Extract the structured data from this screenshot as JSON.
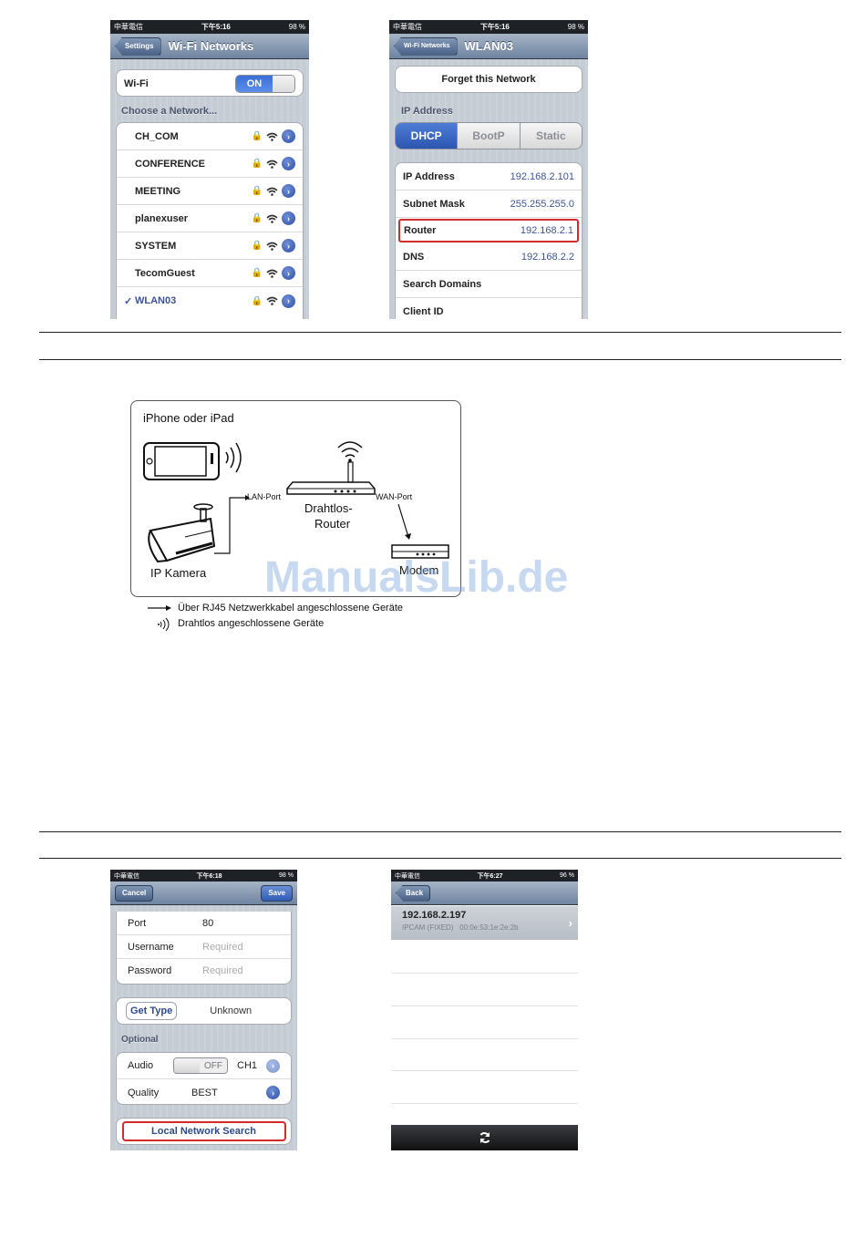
{
  "screen1": {
    "status": {
      "carrier": "中華電信",
      "time": "下午5:16",
      "battery": "98 %"
    },
    "back_label": "Settings",
    "title": "Wi-Fi Networks",
    "wifi_label": "Wi-Fi",
    "wifi_toggle": "ON",
    "section": "Choose a Network...",
    "networks": [
      {
        "name": "CH_COM"
      },
      {
        "name": "CONFERENCE"
      },
      {
        "name": "MEETING"
      },
      {
        "name": "planexuser"
      },
      {
        "name": "SYSTEM"
      },
      {
        "name": "TecomGuest"
      },
      {
        "name": "WLAN03",
        "check": "✓",
        "selected": true
      }
    ]
  },
  "screen2": {
    "status": {
      "carrier": "中華電信",
      "time": "下午5:16",
      "battery": "98 %"
    },
    "back_label": "Wi-Fi Networks",
    "title": "WLAN03",
    "forget": "Forget this Network",
    "section": "IP Address",
    "segments": [
      "DHCP",
      "BootP",
      "Static"
    ],
    "fields": [
      {
        "label": "IP Address",
        "value": "192.168.2.101"
      },
      {
        "label": "Subnet Mask",
        "value": "255.255.255.0"
      },
      {
        "label": "Router",
        "value": "192.168.2.1",
        "highlight": true
      },
      {
        "label": "DNS",
        "value": "192.168.2.2"
      },
      {
        "label": "Search Domains",
        "value": ""
      },
      {
        "label": "Client ID",
        "value": ""
      }
    ]
  },
  "diagram": {
    "title": "iPhone oder iPad",
    "lan_port": "LAN-Port",
    "wan_port": "WAN-Port",
    "router": "Drahtlos-\nRouter",
    "router_line1": "Drahtlos-",
    "router_line2": "Router",
    "camera": "IP Kamera",
    "modem": "Modem",
    "legend_wired": "Über RJ45 Netzwerkkabel angeschlossene Geräte",
    "legend_wireless": "Drahtlos angeschlossene Geräte",
    "watermark": "ManualsLib.de"
  },
  "screen3": {
    "status": {
      "carrier": "中華電信",
      "time": "下午6:18",
      "battery": "98 %"
    },
    "cancel": "Cancel",
    "save": "Save",
    "fields": [
      {
        "label": "Port",
        "value": "80",
        "placeholder": false
      },
      {
        "label": "Username",
        "value": "Required",
        "placeholder": true
      },
      {
        "label": "Password",
        "value": "Required",
        "placeholder": true
      }
    ],
    "get_type": "Get Type",
    "type_value": "Unknown",
    "optional": "Optional",
    "audio_label": "Audio",
    "audio_toggle": "OFF",
    "audio_channel": "CH1",
    "quality_label": "Quality",
    "quality_value": "BEST",
    "local_search": "Local Network Search"
  },
  "screen4": {
    "status": {
      "carrier": "中華電信",
      "time": "下午6:27",
      "battery": "96 %"
    },
    "back": "Back",
    "result_ip": "192.168.2.197",
    "result_detail": "IPCAM (FIXED)   00:0e:53:1e:2e:2b",
    "refresh_icon": "refresh-icon"
  }
}
